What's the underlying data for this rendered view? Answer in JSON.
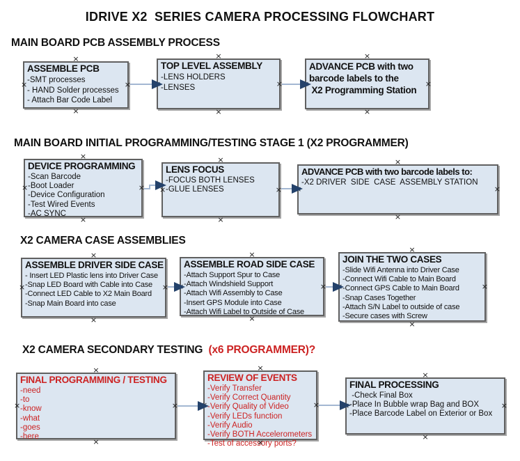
{
  "title": "IDRIVE X2  SERIES CAMERA PROCESSING FLOWCHART",
  "colors": {
    "accent_red": "#cc2222",
    "box_fill": "#dce6f1",
    "box_border": "#606060",
    "arrow_line": "#a3b7d2",
    "arrow_head": "#24426b"
  },
  "ui": {
    "anchor_glyph": "×"
  },
  "sections": [
    {
      "heading": "MAIN BOARD PCB ASSEMBLY PROCESS",
      "boxes": [
        {
          "title": "ASSEMBLE PCB",
          "items": [
            "-SMT processes",
            "- HAND Solder processes",
            "- Attach Bar Code Label"
          ]
        },
        {
          "title": "TOP LEVEL ASSEMBLY",
          "items": [
            "-LENS HOLDERS",
            "-LENSES"
          ]
        },
        {
          "title": "ADVANCE PCB with two\nbarcode labels to the\n X2 Programming Station",
          "items": []
        }
      ]
    },
    {
      "heading": "MAIN BOARD INITIAL PROGRAMMING/TESTING STAGE 1 (X2 PROGRAMMER)",
      "boxes": [
        {
          "title": "DEVICE PROGRAMMING",
          "items": [
            "-Scan Barcode",
            "-Boot Loader",
            "-Device Configuration",
            "-Test Wired Events",
            "-AC SYNC"
          ]
        },
        {
          "title": "LENS FOCUS",
          "items": [
            "-FOCUS BOTH LENSES",
            "-GLUE LENSES"
          ]
        },
        {
          "title": "ADVANCE PCB with two barcode labels to:",
          "items": [
            "-X2 DRIVER  SIDE  CASE  ASSEMBLY STATION"
          ]
        }
      ]
    },
    {
      "heading": "X2 CAMERA CASE ASSEMBLIES",
      "boxes": [
        {
          "title": "ASSEMBLE DRIVER SIDE CASE",
          "items": [
            "- Insert LED Plastic lens into Driver Case",
            "-Snap LED Board with Cable into Case",
            "-Connect LED Cable to X2 Main Board",
            "-Snap Main Board into case"
          ]
        },
        {
          "title": "ASSEMBLE ROAD SIDE CASE",
          "items": [
            "-Attach Support Spur to Case",
            "-Attach Windshield Support",
            "-Attach Wifi Assembly to Case",
            "-Insert GPS Module into Case",
            "-Attach Wifi Label to Outside of Case"
          ]
        },
        {
          "title": "JOIN THE TWO CASES",
          "items": [
            "-Slide Wifi Antenna into Driver Case",
            "-Connect Wifi Cable to Main Board",
            "-Connect GPS Cable to Main Board",
            "-Snap Cases Together",
            "-Attach S/N Label to outside of case",
            "-Secure cases with Screw"
          ]
        }
      ]
    },
    {
      "heading": "X2 CAMERA SECONDARY TESTING ",
      "heading_red": " (x6 PROGRAMMER)?",
      "boxes": [
        {
          "title": "FINAL PROGRAMMING / TESTING",
          "items": [
            "-need",
            "-to",
            "-know",
            "-what",
            "-goes",
            "-here"
          ]
        },
        {
          "title": "REVIEW OF EVENTS",
          "items": [
            "-Verify Transfer",
            "-Verify Correct Quantity",
            "-Verify Quality of Video",
            "-Verify LEDs function",
            "-Verify Audio",
            "-Verify BOTH Accelerometers",
            "-Test of accessory ports?"
          ]
        },
        {
          "title": "FINAL PROCESSING",
          "items": [
            " -Check Final Box",
            "-Place In Bubble wrap Bag and BOX",
            "-Place Barcode Label on Exterior or Box"
          ]
        }
      ]
    }
  ]
}
